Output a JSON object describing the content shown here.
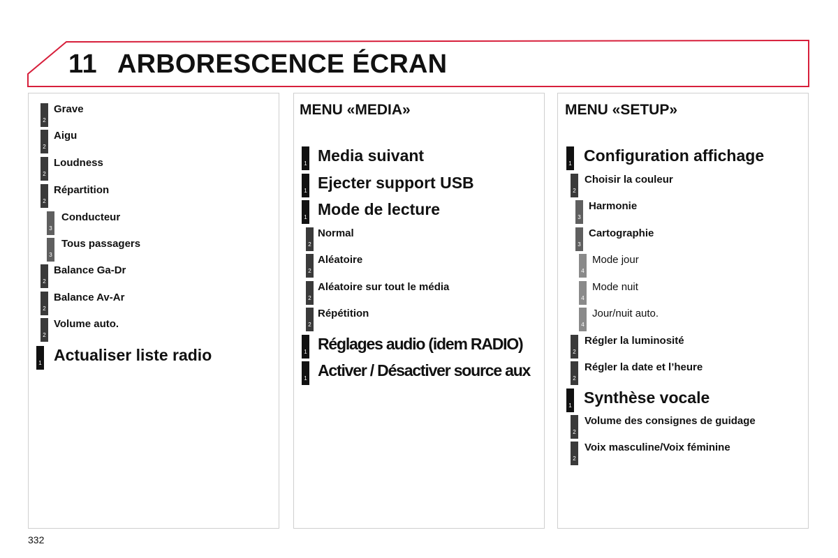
{
  "header": {
    "chapter_number": "11",
    "chapter_title": "ARBORESCENCE ÉCRAN",
    "accent_color": "#d71f3b"
  },
  "columns": [
    {
      "heading": "",
      "items": [
        {
          "level": "2",
          "label": "Grave"
        },
        {
          "level": "2",
          "label": "Aigu"
        },
        {
          "level": "2",
          "label": "Loudness"
        },
        {
          "level": "2",
          "label": "Répartition"
        },
        {
          "level": "3",
          "label": "Conducteur"
        },
        {
          "level": "3",
          "label": "Tous passagers"
        },
        {
          "level": "2",
          "label": "Balance Ga-Dr"
        },
        {
          "level": "2",
          "label": "Balance Av-Ar"
        },
        {
          "level": "2",
          "label": "Volume auto."
        },
        {
          "level": "1",
          "label": "Actualiser liste radio"
        }
      ]
    },
    {
      "heading": "MENU «MEDIA»",
      "items": [
        {
          "level": "1",
          "label": "Media suivant"
        },
        {
          "level": "1",
          "label": "Ejecter support USB"
        },
        {
          "level": "1",
          "label": "Mode de lecture"
        },
        {
          "level": "2",
          "label": "Normal"
        },
        {
          "level": "2",
          "label": "Aléatoire"
        },
        {
          "level": "2",
          "label": "Aléatoire sur tout le média"
        },
        {
          "level": "2",
          "label": "Répétition"
        },
        {
          "level": "1",
          "label": "Réglages audio (idem RADIO)"
        },
        {
          "level": "1",
          "label": "Activer / Désactiver source aux"
        }
      ]
    },
    {
      "heading": "MENU «SETUP»",
      "items": [
        {
          "level": "1",
          "label": "Configuration affichage"
        },
        {
          "level": "2",
          "label": "Choisir la couleur"
        },
        {
          "level": "3",
          "label": "Harmonie"
        },
        {
          "level": "3",
          "label": "Cartographie"
        },
        {
          "level": "4",
          "label": "Mode jour"
        },
        {
          "level": "4",
          "label": "Mode nuit"
        },
        {
          "level": "4",
          "label": "Jour/nuit auto."
        },
        {
          "level": "2",
          "label": "Régler la luminosité"
        },
        {
          "level": "2",
          "label": "Régler la date et l’heure"
        },
        {
          "level": "1",
          "label": "Synthèse vocale"
        },
        {
          "level": "2",
          "label": "Volume des consignes de guidage"
        },
        {
          "level": "2",
          "label": "Voix masculine/Voix féminine"
        }
      ]
    }
  ],
  "footer": {
    "page_number": "332"
  }
}
